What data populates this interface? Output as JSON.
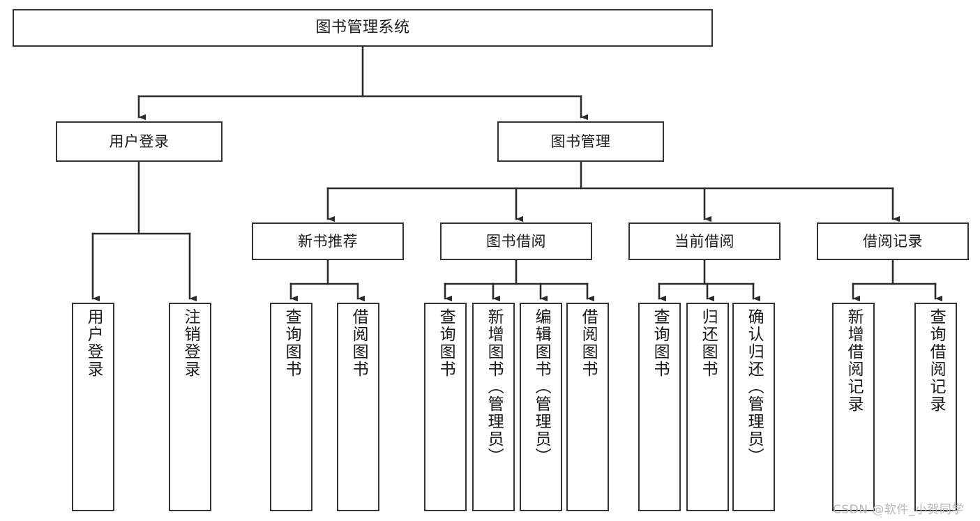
{
  "diagram": {
    "type": "tree-hierarchy-chart",
    "title": "图书管理系统",
    "orientation": "top-down",
    "line_color": "#333333",
    "box_fill": "#ffffff",
    "text_color": "#1a1a1a"
  },
  "nodes": {
    "root": {
      "label": "图书管理系统",
      "level": 1,
      "text_direction": "horizontal"
    },
    "user_login": {
      "label": "用户登录",
      "level": 2,
      "text_direction": "horizontal"
    },
    "book_manage": {
      "label": "图书管理",
      "level": 2,
      "text_direction": "horizontal"
    },
    "new_book_rec": {
      "label": "新书推荐",
      "level": 3,
      "text_direction": "horizontal"
    },
    "book_borrow": {
      "label": "图书借阅",
      "level": 3,
      "text_direction": "horizontal"
    },
    "current_borrow": {
      "label": "当前借阅",
      "level": 3,
      "text_direction": "horizontal"
    },
    "borrow_record": {
      "label": "借阅记录",
      "level": 3,
      "text_direction": "horizontal"
    },
    "leaf_user_login": {
      "label": "用户登录",
      "level": 4,
      "text_direction": "vertical"
    },
    "leaf_logout": {
      "label": "注销登录",
      "level": 4,
      "text_direction": "vertical"
    },
    "leaf_query_book_a": {
      "label": "查询图书",
      "level": 4,
      "text_direction": "vertical"
    },
    "leaf_borrow_book_a": {
      "label": "借阅图书",
      "level": 4,
      "text_direction": "vertical"
    },
    "leaf_query_book_b": {
      "label": "查询图书",
      "level": 4,
      "text_direction": "vertical"
    },
    "leaf_add_book": {
      "label": "新增图书（管理员）",
      "level": 4,
      "text_direction": "vertical"
    },
    "leaf_edit_book": {
      "label": "编辑图书（管理员）",
      "level": 4,
      "text_direction": "vertical"
    },
    "leaf_borrow_book_b": {
      "label": "借阅图书",
      "level": 4,
      "text_direction": "vertical"
    },
    "leaf_query_book_c": {
      "label": "查询图书",
      "level": 4,
      "text_direction": "vertical"
    },
    "leaf_return_book": {
      "label": "归还图书",
      "level": 4,
      "text_direction": "vertical"
    },
    "leaf_confirm_return": {
      "label": "确认归还（管理员）",
      "level": 4,
      "text_direction": "vertical"
    },
    "leaf_add_record": {
      "label": "新增借阅记录",
      "level": 4,
      "text_direction": "vertical"
    },
    "leaf_query_record": {
      "label": "查询借阅记录",
      "level": 4,
      "text_direction": "vertical"
    }
  },
  "watermark": {
    "text": "CSDN @软件_小贺同学"
  }
}
